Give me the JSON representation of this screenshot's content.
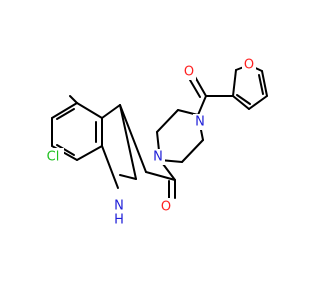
{
  "molecule": {
    "atoms": {
      "cl": {
        "label": "Cl",
        "color": "#1fc01f"
      },
      "n_indole": {
        "label": "N",
        "color": "#2020d8"
      },
      "h_indole": {
        "label": "H",
        "color": "#2020d8"
      },
      "o_amide": {
        "label": "O",
        "color": "#ff2020"
      },
      "n_pip_bottom": {
        "label": "N",
        "color": "#2020d8"
      },
      "n_pip_top": {
        "label": "N",
        "color": "#2020d8"
      },
      "o_furoyl": {
        "label": "O",
        "color": "#ff2020"
      },
      "o_furan": {
        "label": "O",
        "color": "#ff2020"
      }
    }
  }
}
